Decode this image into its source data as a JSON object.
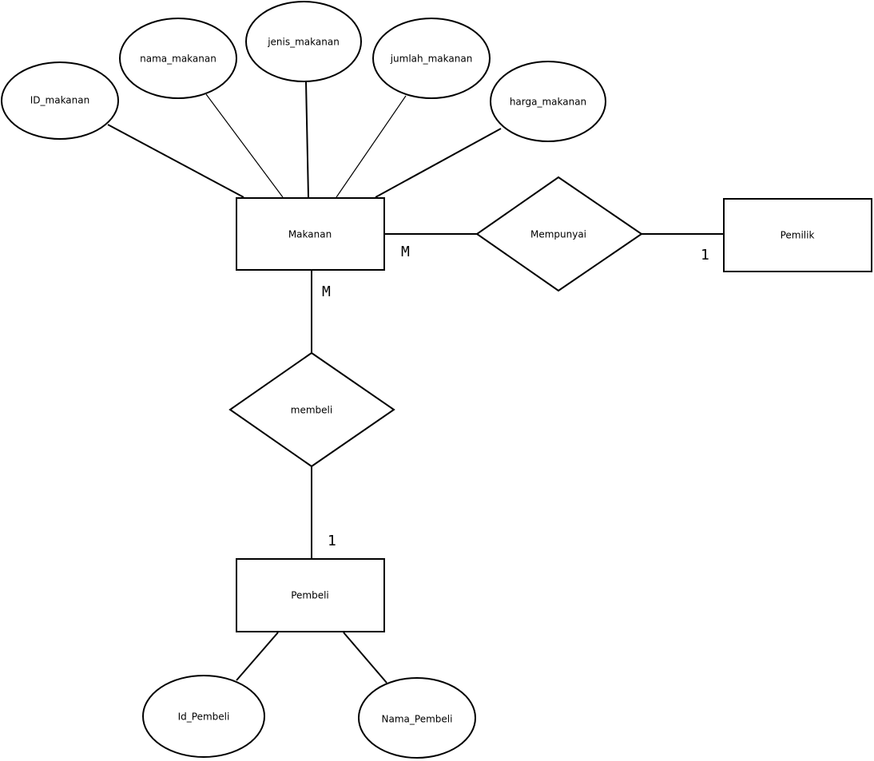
{
  "entities": {
    "makanan": "Makanan",
    "pemilik": "Pemilik",
    "pembeli": "Pembeli"
  },
  "relationships": {
    "mempunyai": "Mempunyai",
    "membeli": "membeli"
  },
  "attributes": {
    "id_makanan": "ID_makanan",
    "nama_makanan": "nama_makanan",
    "jenis_makanan": "jenis_makanan",
    "jumlah_makanan": "jumlah_makanan",
    "harga_makanan": "harga_makanan",
    "id_pembeli": "Id_Pembeli",
    "nama_pembeli": "Nama_Pembeli"
  },
  "cardinalities": {
    "makanan_mempunyai": "M",
    "pemilik_mempunyai": "1",
    "makanan_membeli": "M",
    "pembeli_membeli": "1"
  }
}
